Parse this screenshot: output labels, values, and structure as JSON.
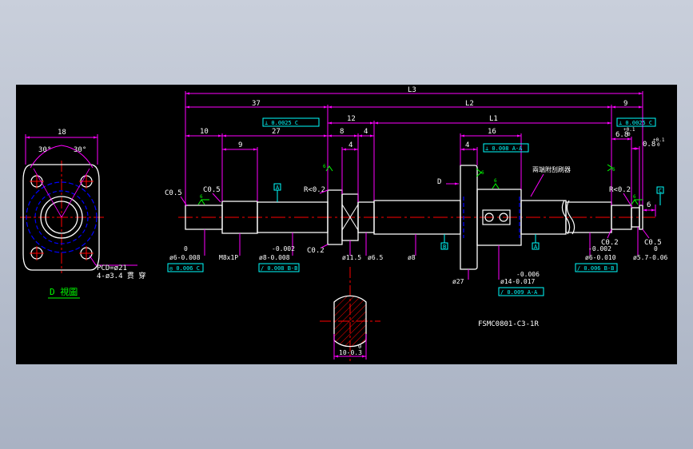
{
  "colors": {
    "background": "#000000",
    "outline": "#ffffff",
    "dimension": "#ff00ff",
    "text": "#ffffff",
    "centerline": "#ff0000",
    "hidden": "#0000ff",
    "surface_mark": "#00ff00",
    "datum": "#00ffff",
    "hatch": "#ff0000"
  },
  "side_view": {
    "title": "D 視圖",
    "dim_width": "18",
    "angle_left": "30°",
    "angle_right": "30°",
    "pcd_label": "PCD=ø21",
    "holes_label": "4-ø3.4 貫 穿"
  },
  "main_view": {
    "dims_top": {
      "l3": "L3",
      "d37": "37",
      "l2": "L2",
      "d9": "9",
      "d12": "12",
      "l1": "L1",
      "d10": "10",
      "d27": "27",
      "d8": "8",
      "d4a": "4",
      "d9b": "9",
      "d4b": "4",
      "d16": "16",
      "d4c": "4",
      "d6_8": "6.8",
      "d0_8": "0.8",
      "tol_plus_01": "+0.1",
      "tol_zero": "0",
      "tol_plus_01b": "+0.1",
      "tol_zero_b": "0",
      "d6": "6"
    },
    "tolerance_frames": {
      "tf1": "⊥ 0.0025 C",
      "tf2": "⊥ 0.008 A-A",
      "tf3": "⊥ 0.0025 C",
      "tf4": "◎ 0.006 C",
      "tf5": "/ 0.008 B-B",
      "tf6": "/ 0.009 A-A",
      "tf7": "/ 0.006 B-B"
    },
    "callouts": {
      "c05_left": "C0.5",
      "c05_b": "C0.5",
      "r02_left": "R<0.2",
      "r02_right": "R<0.2",
      "d_arrow": "D",
      "wiper": "兩端附刮刷器",
      "c02_left": "C0.2",
      "c02_right": "C0.2",
      "c05_right": "C0.5"
    },
    "dims_bottom": {
      "d6_tol_top": "0",
      "d6_tol": "ø6-0.008",
      "m8": "M8x1P",
      "d8_tol_top": "-0.002",
      "d8_tol": "ø8-0.008",
      "d11_5": "ø11.5",
      "d6_5": "ø6.5",
      "d8": "ø8",
      "d27": "ø27",
      "d14_tol_top": "-0.006",
      "d14_tol": "ø14-0.017",
      "d6r_tol_top": "-0.002",
      "d6r_tol": "ø6-0.010",
      "d5_7_tol_top": "0",
      "d5_7_tol": "ø5.7-0.06"
    },
    "datum_letters": {
      "a": "A",
      "b": "B",
      "c": "C"
    },
    "surface_values": {
      "s1": "6",
      "s2": "6",
      "s3": "6",
      "s4": "6",
      "s5": "6",
      "s6": "6"
    }
  },
  "section_view": {
    "dim": "10-0.3",
    "dim_tol_top": "0"
  },
  "part_number": "FSMC0801-C3-1R"
}
